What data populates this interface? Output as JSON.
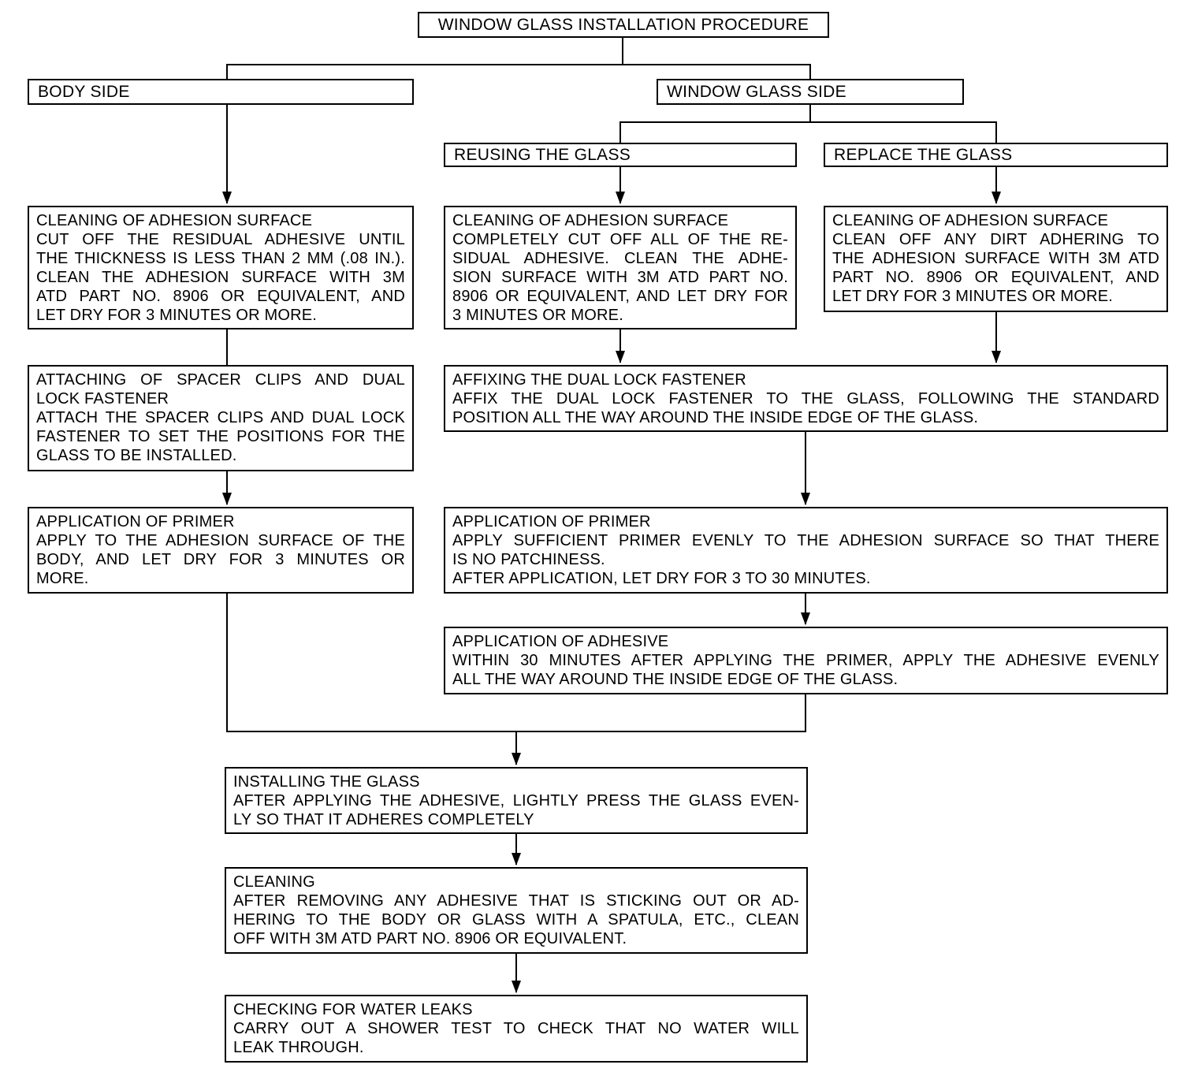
{
  "diagram": {
    "title": "WINDOW GLASS INSTALLATION PROCEDURE",
    "line_color": "#000000",
    "background_color": "#ffffff",
    "branch_labels": {
      "body_side": "BODY SIDE",
      "window_glass_side": "WINDOW GLASS SIDE",
      "reusing": "REUSING THE GLASS",
      "replace": "REPLACE THE GLASS"
    },
    "boxes": {
      "clean_left": {
        "lines": [
          {
            "t": "CLEANING OF ADHESION SURFACE",
            "j": false
          },
          {
            "t": "CUT OFF THE RESIDUAL ADHESIVE UNTIL",
            "j": true
          },
          {
            "t": "THE THICKNESS IS LESS THAN 2 MM (.08 IN.).",
            "j": true
          },
          {
            "t": "CLEAN THE ADHESION SURFACE WITH 3M",
            "j": true
          },
          {
            "t": "ATD PART NO. 8906 OR EQUIVALENT, AND",
            "j": true
          },
          {
            "t": "LET DRY FOR 3 MINUTES OR MORE.",
            "j": false
          }
        ]
      },
      "clean_mid": {
        "lines": [
          {
            "t": "CLEANING OF ADHESION SURFACE",
            "j": false
          },
          {
            "t": "COMPLETELY CUT OFF ALL OF THE RE-",
            "j": true
          },
          {
            "t": "SIDUAL ADHESIVE. CLEAN THE ADHE-",
            "j": true
          },
          {
            "t": "SION SURFACE WITH 3M ATD PART NO.",
            "j": true
          },
          {
            "t": "8906 OR EQUIVALENT, AND LET DRY FOR",
            "j": true
          },
          {
            "t": "3 MINUTES OR MORE.",
            "j": false
          }
        ]
      },
      "clean_right": {
        "lines": [
          {
            "t": "CLEANING OF ADHESION SURFACE",
            "j": false
          },
          {
            "t": "CLEAN OFF ANY DIRT ADHERING TO",
            "j": true
          },
          {
            "t": "THE ADHESION SURFACE WITH 3M ATD",
            "j": true
          },
          {
            "t": "PART NO. 8906 OR EQUIVALENT, AND",
            "j": true
          },
          {
            "t": "LET DRY FOR 3 MINUTES OR MORE.",
            "j": false
          }
        ]
      },
      "attach_spacer": {
        "lines": [
          {
            "t": "ATTACHING OF SPACER CLIPS AND DUAL",
            "j": true
          },
          {
            "t": "LOCK FASTENER",
            "j": false
          },
          {
            "t": "ATTACH THE SPACER CLIPS AND DUAL LOCK",
            "j": true
          },
          {
            "t": "FASTENER TO SET THE POSITIONS FOR THE",
            "j": true
          },
          {
            "t": "GLASS TO BE INSTALLED.",
            "j": false
          }
        ]
      },
      "affix_fastener": {
        "lines": [
          {
            "t": "AFFIXING THE DUAL LOCK FASTENER",
            "j": false
          },
          {
            "t": "AFFIX THE DUAL LOCK FASTENER TO THE GLASS, FOLLOWING THE STANDARD",
            "j": true
          },
          {
            "t": "POSITION ALL THE WAY AROUND THE INSIDE EDGE OF THE GLASS.",
            "j": false
          }
        ]
      },
      "primer_left": {
        "lines": [
          {
            "t": "APPLICATION OF PRIMER",
            "j": false
          },
          {
            "t": "APPLY TO THE ADHESION SURFACE OF THE",
            "j": true
          },
          {
            "t": "BODY, AND LET DRY FOR 3 MINUTES OR",
            "j": true
          },
          {
            "t": "MORE.",
            "j": false
          }
        ]
      },
      "primer_wide": {
        "lines": [
          {
            "t": "APPLICATION OF PRIMER",
            "j": false
          },
          {
            "t": "APPLY SUFFICIENT PRIMER EVENLY TO THE ADHESION SURFACE SO THAT THERE",
            "j": true
          },
          {
            "t": "IS NO PATCHINESS.",
            "j": false
          },
          {
            "t": "AFTER APPLICATION, LET DRY FOR 3 TO 30 MINUTES.",
            "j": false
          }
        ]
      },
      "adhesive": {
        "lines": [
          {
            "t": "APPLICATION OF ADHESIVE",
            "j": false
          },
          {
            "t": "WITHIN 30 MINUTES AFTER APPLYING THE PRIMER, APPLY THE ADHESIVE EVENLY",
            "j": true
          },
          {
            "t": "ALL THE WAY AROUND THE INSIDE EDGE OF THE GLASS.",
            "j": false
          }
        ]
      },
      "install": {
        "lines": [
          {
            "t": "INSTALLING THE GLASS",
            "j": false
          },
          {
            "t": "AFTER APPLYING THE ADHESIVE, LIGHTLY PRESS THE GLASS EVEN-",
            "j": true
          },
          {
            "t": "LY SO THAT IT ADHERES COMPLETELY",
            "j": false
          }
        ]
      },
      "cleaning": {
        "lines": [
          {
            "t": "CLEANING",
            "j": false
          },
          {
            "t": "AFTER REMOVING ANY ADHESIVE THAT IS STICKING OUT OR AD-",
            "j": true
          },
          {
            "t": "HERING TO THE BODY OR GLASS WITH A SPATULA, ETC., CLEAN",
            "j": true
          },
          {
            "t": "OFF WITH 3M ATD PART NO. 8906 OR EQUIVALENT.",
            "j": false
          }
        ]
      },
      "water_leaks": {
        "lines": [
          {
            "t": "CHECKING FOR WATER LEAKS",
            "j": false
          },
          {
            "t": "CARRY OUT A SHOWER TEST TO CHECK THAT NO WATER WILL",
            "j": true
          },
          {
            "t": "LEAK THROUGH.",
            "j": false
          }
        ]
      }
    }
  }
}
